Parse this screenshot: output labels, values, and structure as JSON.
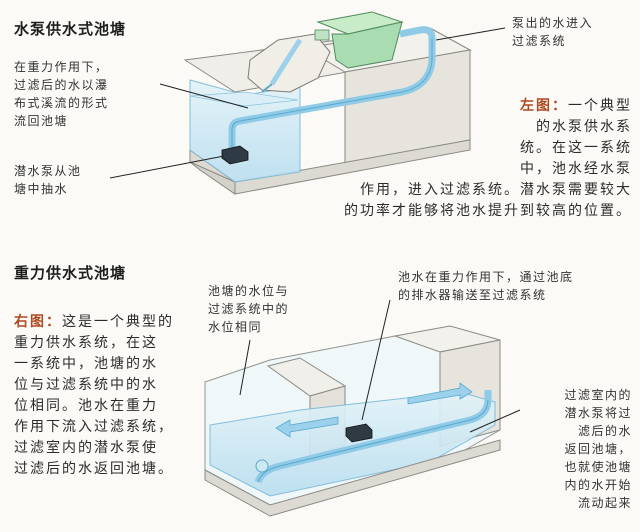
{
  "section_pump": {
    "title": "水泵供水式池塘",
    "label_gravity_flow": "在重力作用下，过滤后的水以瀑布式溪流的形式流回池塘",
    "label_gravity_lines": [
      "在重力作用下，",
      "过滤后的水以瀑",
      "布式溪流的形式",
      "流回池塘"
    ],
    "label_pump_lines": [
      "潜水泵从池",
      "塘中抽水"
    ],
    "label_filter_in_lines": [
      "泵出的水进入",
      "过滤系统"
    ],
    "caption_lead": "左图：",
    "caption_lines": [
      "一个典型",
      "的水泵供水系",
      "统。在这一系统",
      "中，池水经水泵",
      "作用，进入过滤系统。潜水泵需要较大",
      "的功率才能够将池水提升到较高的位置。"
    ]
  },
  "section_gravity": {
    "title": "重力供水式池塘",
    "label_level_lines": [
      "池塘的水位与",
      "过滤系统中的",
      "水位相同"
    ],
    "label_drain_lines": [
      "池水在重力作用下，通过池底",
      "的排水器输送至过滤系统"
    ],
    "label_return_lines": [
      "过滤室内的",
      "潜水泵将过",
      "滤后的水",
      "返回池塘，",
      "也就使池塘",
      "内的水开始",
      "流动起来"
    ],
    "caption_lead": "右图：",
    "caption_lines": [
      "这是一个典型的",
      "重力供水系统，在这",
      "一系统中，池塘的水",
      "位与过滤系统中的水",
      "位相同。池水在重力",
      "作用下流入过滤系统，",
      "过滤室内的潜水泵使",
      "过滤后的水返回池塘。"
    ]
  },
  "colors": {
    "water": "#cfe9f3",
    "pipe": "#8fcbe6",
    "pipe_dark": "#5aa9cf",
    "box_green": "#a9dcb1",
    "concrete": "#e9e7e0",
    "caption_lead": "#b04a23"
  }
}
